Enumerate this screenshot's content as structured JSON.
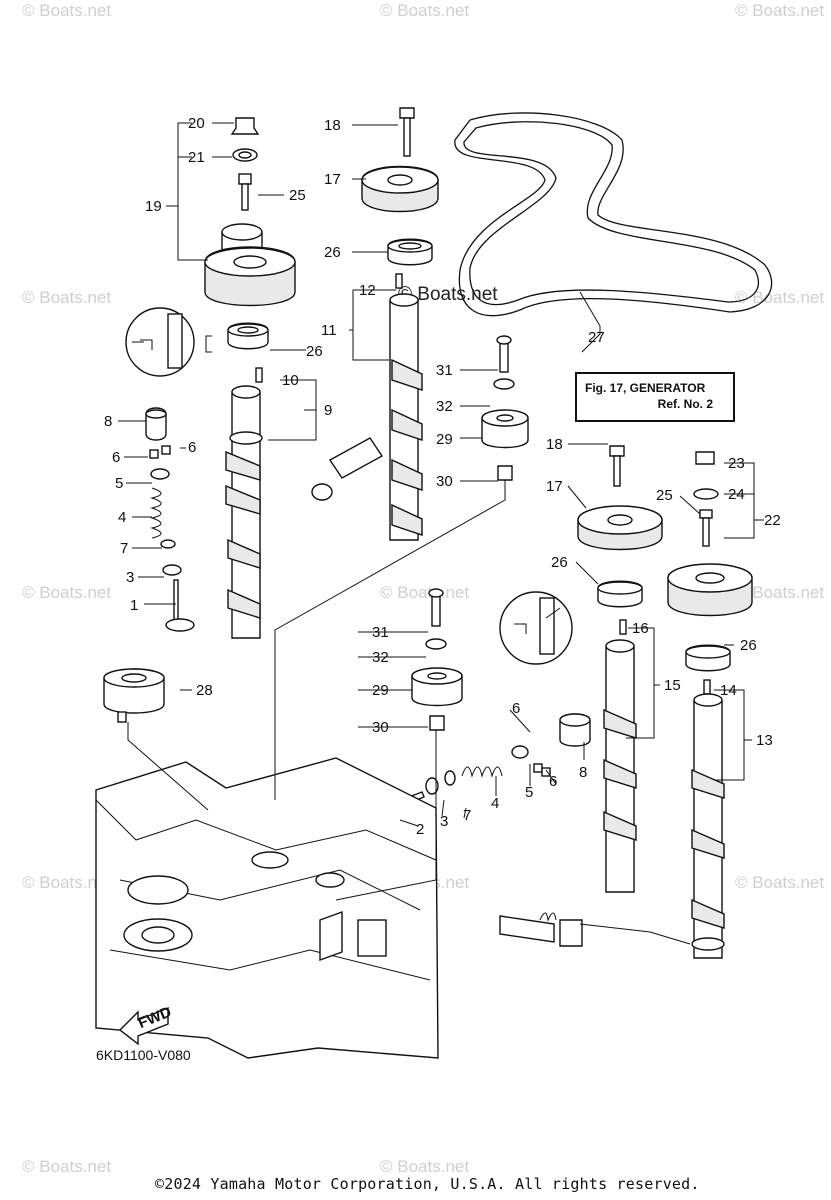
{
  "watermark": "© Boats.net",
  "watermark_center": "© Boats.net",
  "reference_box": {
    "line1": "Fig. 17, GENERATOR",
    "line2": "Ref. No. 2"
  },
  "fwd_label": "FWD",
  "diagram_code": "6KD1100-V080",
  "copyright": "©2024 Yamaha Motor Corporation, U.S.A. All rights reserved.",
  "callouts": [
    "20",
    "21",
    "25",
    "19",
    "26",
    "18",
    "17",
    "12",
    "11",
    "26",
    "27",
    "31",
    "32",
    "29",
    "30",
    "10",
    "9",
    "8",
    "6",
    "6",
    "5",
    "4",
    "7",
    "3",
    "1",
    "18",
    "17",
    "23",
    "24",
    "25",
    "22",
    "26",
    "28",
    "31",
    "32",
    "29",
    "30",
    "16",
    "15",
    "26",
    "14",
    "13",
    "6",
    "5",
    "6",
    "8",
    "4",
    "7",
    "3",
    "2"
  ]
}
